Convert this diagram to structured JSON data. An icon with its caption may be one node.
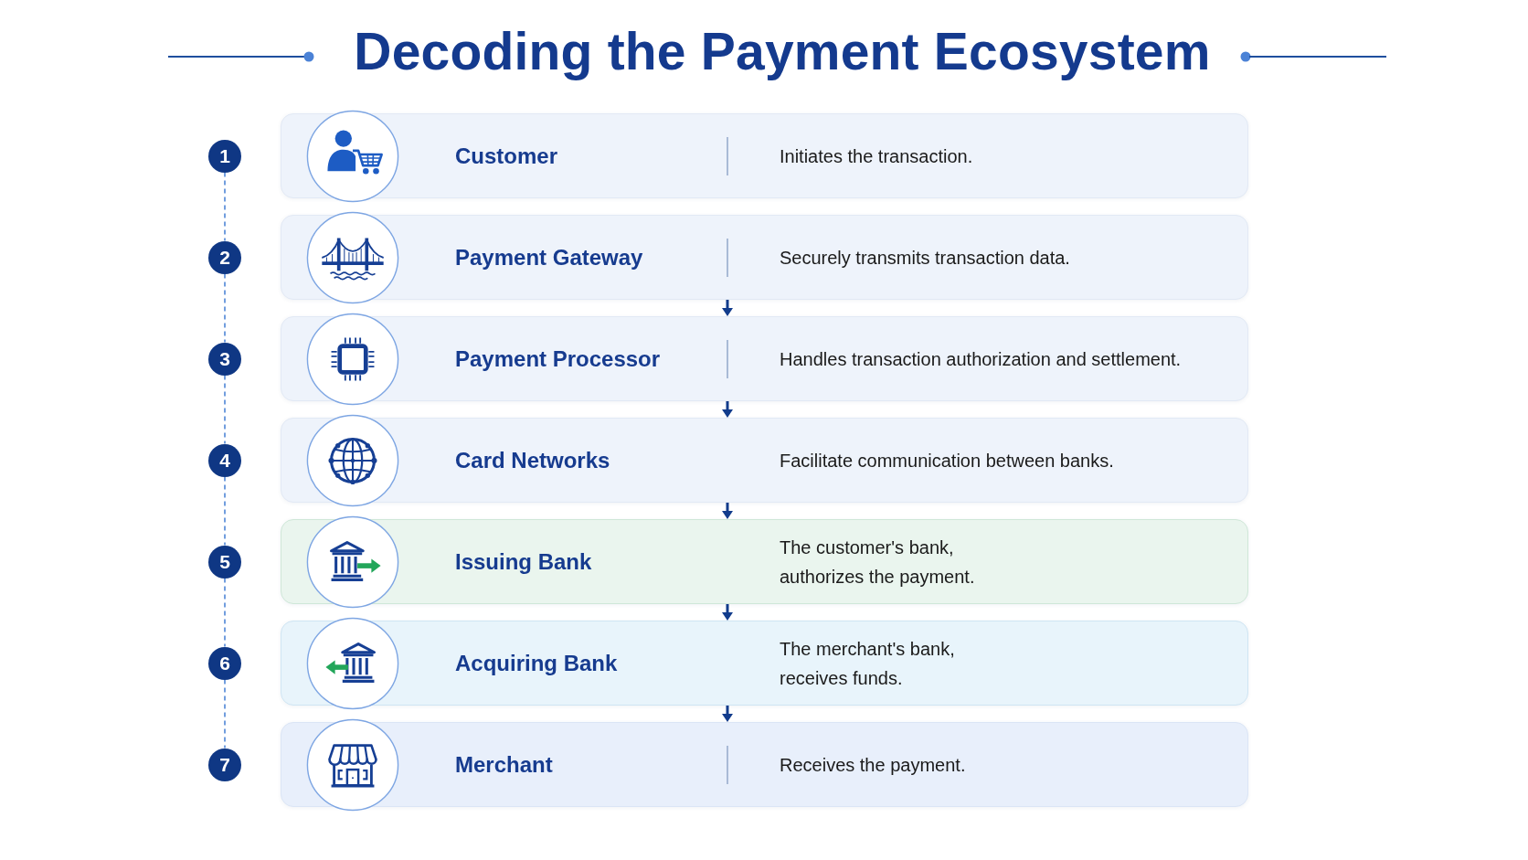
{
  "diagram": {
    "title": "Decoding the Payment Ecosystem",
    "nodes": [
      {
        "text": [
          "1"
        ]
      },
      {
        "text": [
          "Customer",
          "Initiates the transaction."
        ]
      },
      {
        "text": [
          "2"
        ]
      },
      {
        "text": [
          "Payment Gateway",
          "Securely transmits transaction data."
        ]
      },
      {
        "text": [
          "3"
        ]
      },
      {
        "text": [
          "Payment Processor",
          "Handles transaction authorization and settlement."
        ]
      },
      {
        "text": [
          "4"
        ]
      },
      {
        "text": [
          "Card Networks",
          "Facilitate communication between banks."
        ]
      },
      {
        "text": [
          "5"
        ]
      },
      {
        "text": [
          "Issuing Bank",
          "The customer's bank, authorizes the payment."
        ]
      },
      {
        "text": [
          "6"
        ]
      },
      {
        "text": [
          "Acquiring Bank",
          "The merchant's bank, receives funds."
        ]
      },
      {
        "text": [
          "7"
        ]
      },
      {
        "text": [
          "Merchant",
          "Receives the payment."
        ]
      }
    ],
    "edges": [
      {
        "from": 0,
        "to": 2,
        "arrow": "none",
        "style": "dashed"
      },
      {
        "from": 2,
        "to": 4,
        "arrow": "none",
        "style": "dashed"
      },
      {
        "from": 4,
        "to": 6,
        "arrow": "none",
        "style": "dashed"
      },
      {
        "from": 6,
        "to": 8,
        "arrow": "none",
        "style": "dashed"
      },
      {
        "from": 8,
        "to": 10,
        "arrow": "none",
        "style": "dashed"
      },
      {
        "from": 10,
        "to": 12,
        "arrow": "none",
        "style": "dashed"
      },
      {
        "from": 3,
        "to": 5,
        "arrow": "to",
        "color": "#123c8c"
      },
      {
        "from": 5,
        "to": 7,
        "arrow": "to",
        "color": "#123c8c"
      },
      {
        "from": 7,
        "to": 9,
        "arrow": "to",
        "color": "#123c8c"
      },
      {
        "from": 9,
        "to": 11,
        "arrow": "to",
        "color": "#123c8c"
      },
      {
        "from": 11,
        "to": 13,
        "arrow": "to",
        "color": "#123c8c"
      }
    ]
  }
}
